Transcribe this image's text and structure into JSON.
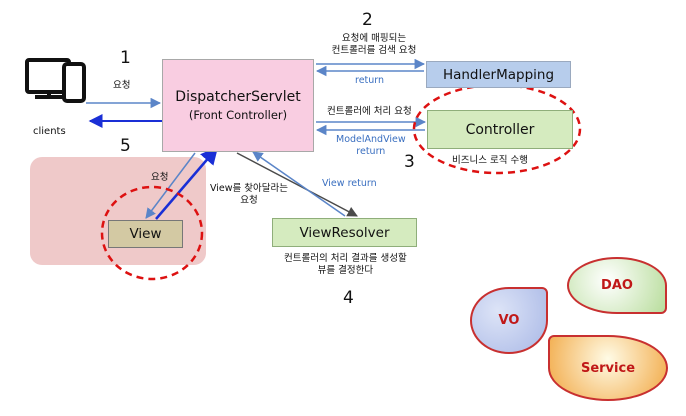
{
  "nodes": {
    "dispatcher": {
      "title": "DispatcherServlet",
      "subtitle": "(Front Controller)"
    },
    "handler_mapping": "HandlerMapping",
    "controller": "Controller",
    "view_resolver": "ViewResolver",
    "view": "View",
    "clients": "clients"
  },
  "steps": {
    "s1": {
      "number": "1",
      "label": "요청"
    },
    "s2": {
      "number": "2",
      "label_line1": "요청에 매핑되는",
      "label_line2": "컨트롤러를 검색 요청",
      "return": "return"
    },
    "s3": {
      "number": "3",
      "label": "컨트롤러에 처리 요청",
      "return_line1": "ModelAndView",
      "return_line2": "return",
      "note": "비즈니스 로직 수행"
    },
    "s4": {
      "number": "4",
      "request_line1": "View를 찾아달라는",
      "request_line2": "요청",
      "return": "View return",
      "note_line1": "컨트롤러의 처리 결과를 생성할",
      "note_line2": "뷰를 결정한다"
    },
    "s5": {
      "number": "5",
      "label": "요청"
    }
  },
  "layers": {
    "vo": "VO",
    "dao": "DAO",
    "service": "Service"
  },
  "colors": {
    "arrow_blue": "#5b85c8",
    "arrow_dark_blue": "#1a2fd6",
    "dashed_red": "#dd1111",
    "layer_text": "#c01818"
  }
}
